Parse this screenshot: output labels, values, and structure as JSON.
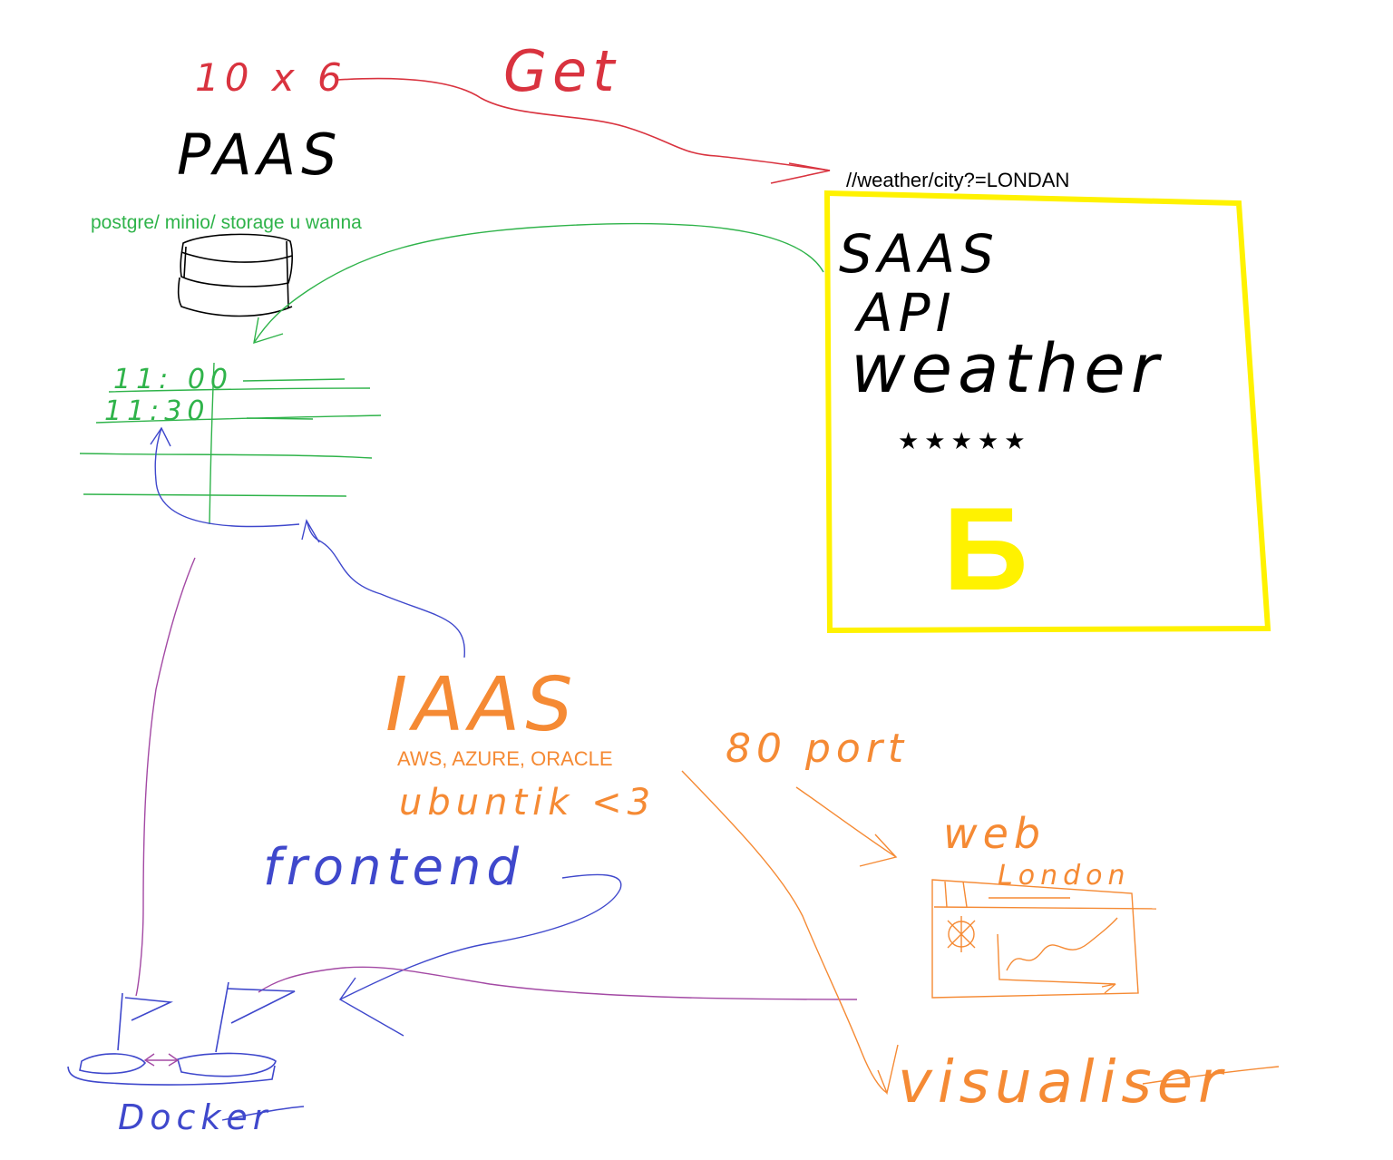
{
  "colors": {
    "red": "#d9333f",
    "green": "#2fb34a",
    "blue": "#3f48cc",
    "purple": "#a349a4",
    "orange": "#f58a34",
    "yellow": "#fff200",
    "black": "#000000"
  },
  "paas": {
    "price": "10 x 6",
    "title": "PAAS",
    "storage": "postgre/ minio/ storage u wanna",
    "db_icon": "database-icon"
  },
  "request": {
    "method": "Get",
    "endpoint": "//weather/city?=LONDAN"
  },
  "saas": {
    "line1": "SAAS",
    "line2": "API",
    "line3": "weather",
    "stars": "★★★★★",
    "rating_letter": "Б"
  },
  "table": {
    "rows": [
      {
        "time": "11: 00"
      },
      {
        "time": "11:30"
      }
    ]
  },
  "iaas": {
    "title": "IAAS",
    "providers": "AWS, AZURE, ORACLE",
    "os": "ubuntik <3"
  },
  "frontend": {
    "label": "frontend"
  },
  "docker": {
    "label": "Docker",
    "icon": "docker-whale-icon"
  },
  "port": {
    "label": "80 port"
  },
  "web": {
    "label": "web",
    "window_title": "London",
    "icon": "browser-window-icon"
  },
  "visualiser": {
    "label": "visualiser"
  }
}
